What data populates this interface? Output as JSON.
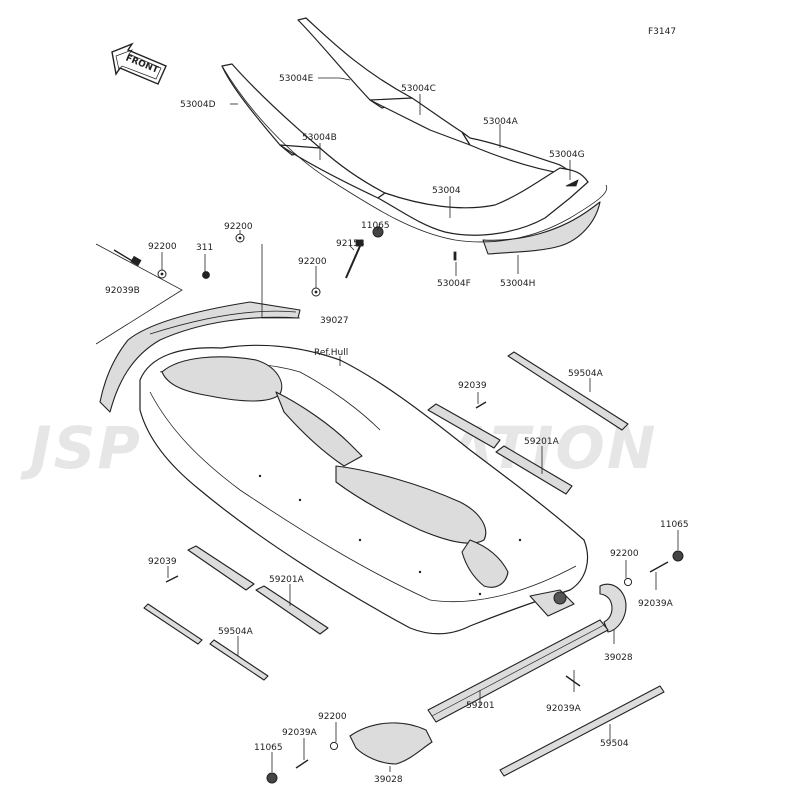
{
  "figure_code": "F3147",
  "front_label": "FRONT",
  "watermark": "JSP CORPORATION",
  "ref_label": "Ref.Hull",
  "callouts": {
    "p53004E": "53004E",
    "p53004C": "53004C",
    "p53004D": "53004D",
    "p53004A": "53004A",
    "p53004B": "53004B",
    "p53004G": "53004G",
    "p53004": "53004",
    "p53004F": "53004F",
    "p53004H": "53004H",
    "p92200_top": "92200",
    "p92200_left": "92200",
    "p311": "311",
    "p92039B": "92039B",
    "p11065_top": "11065",
    "p92153": "92153",
    "p92200_mid": "92200",
    "p39027": "39027",
    "p59504A_top": "59504A",
    "p92039_right": "92039",
    "p59201A_right": "59201A",
    "p11065_right": "11065",
    "p92200_right": "92200",
    "p92039A_right": "92039A",
    "p39028_right": "39028",
    "p92039_left": "92039",
    "p59201A_left": "59201A",
    "p59504A_left": "59504A",
    "p92039A_low": "92039A",
    "p59201": "59201",
    "p92200_bottom": "92200",
    "p92039A_bottom": "92039A",
    "p11065_bottom": "11065",
    "p39028_bottom": "39028",
    "p59504": "59504"
  }
}
